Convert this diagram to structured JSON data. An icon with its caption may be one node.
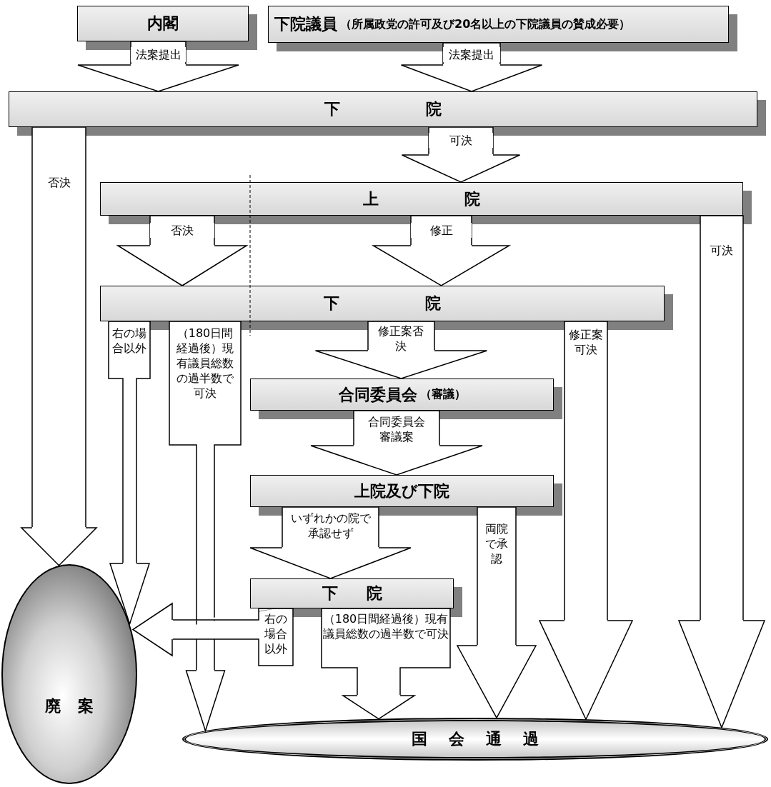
{
  "diagram": {
    "nodes": [
      {
        "text": [
          "内閣"
        ]
      },
      {
        "text": [
          "下院議員",
          "（所属政党の許可及び20名以上の下院議員の賛成必要）"
        ]
      },
      {
        "text": [
          "下院"
        ]
      },
      {
        "text": [
          "上院"
        ]
      },
      {
        "text": [
          "下院"
        ]
      },
      {
        "text": [
          "合同委員会",
          "（審議）"
        ]
      },
      {
        "text": [
          "上院及び下院"
        ]
      },
      {
        "text": [
          "下院"
        ]
      },
      {
        "text": [
          "廃案"
        ]
      },
      {
        "text": [
          "国会通過"
        ]
      }
    ],
    "edges": [
      {
        "from": 0,
        "to": 2,
        "arrow": "to",
        "label": "法案提出"
      },
      {
        "from": 1,
        "to": 2,
        "arrow": "to",
        "label": "法案提出"
      },
      {
        "from": 2,
        "to": 8,
        "arrow": "to",
        "label": "否決"
      },
      {
        "from": 2,
        "to": 3,
        "arrow": "to",
        "label": "可決"
      },
      {
        "from": 3,
        "to": 4,
        "arrow": "to",
        "label": "否決"
      },
      {
        "from": 3,
        "to": 4,
        "arrow": "to",
        "label": "修正"
      },
      {
        "from": 3,
        "to": 9,
        "arrow": "to",
        "label": "可決"
      },
      {
        "from": 4,
        "to": 8,
        "arrow": "to",
        "label": "右の場合以外"
      },
      {
        "from": 4,
        "to": 9,
        "arrow": "to",
        "label": "（180日間経過後）現有議員総数の過半数で可決"
      },
      {
        "from": 4,
        "to": 5,
        "arrow": "to",
        "label": "修正案否決"
      },
      {
        "from": 4,
        "to": 9,
        "arrow": "to",
        "label": "修正案可決"
      },
      {
        "from": 5,
        "to": 6,
        "arrow": "to",
        "label": "合同委員会審議案"
      },
      {
        "from": 6,
        "to": 7,
        "arrow": "to",
        "label": "いずれかの院で承認せず"
      },
      {
        "from": 6,
        "to": 9,
        "arrow": "to",
        "label": "両院で承認"
      },
      {
        "from": 7,
        "to": 8,
        "arrow": "to",
        "label": "右の場合以外"
      },
      {
        "from": 7,
        "to": 9,
        "arrow": "to",
        "label": "（180日間経過後）現有議員総数の過半数で可決"
      }
    ]
  }
}
